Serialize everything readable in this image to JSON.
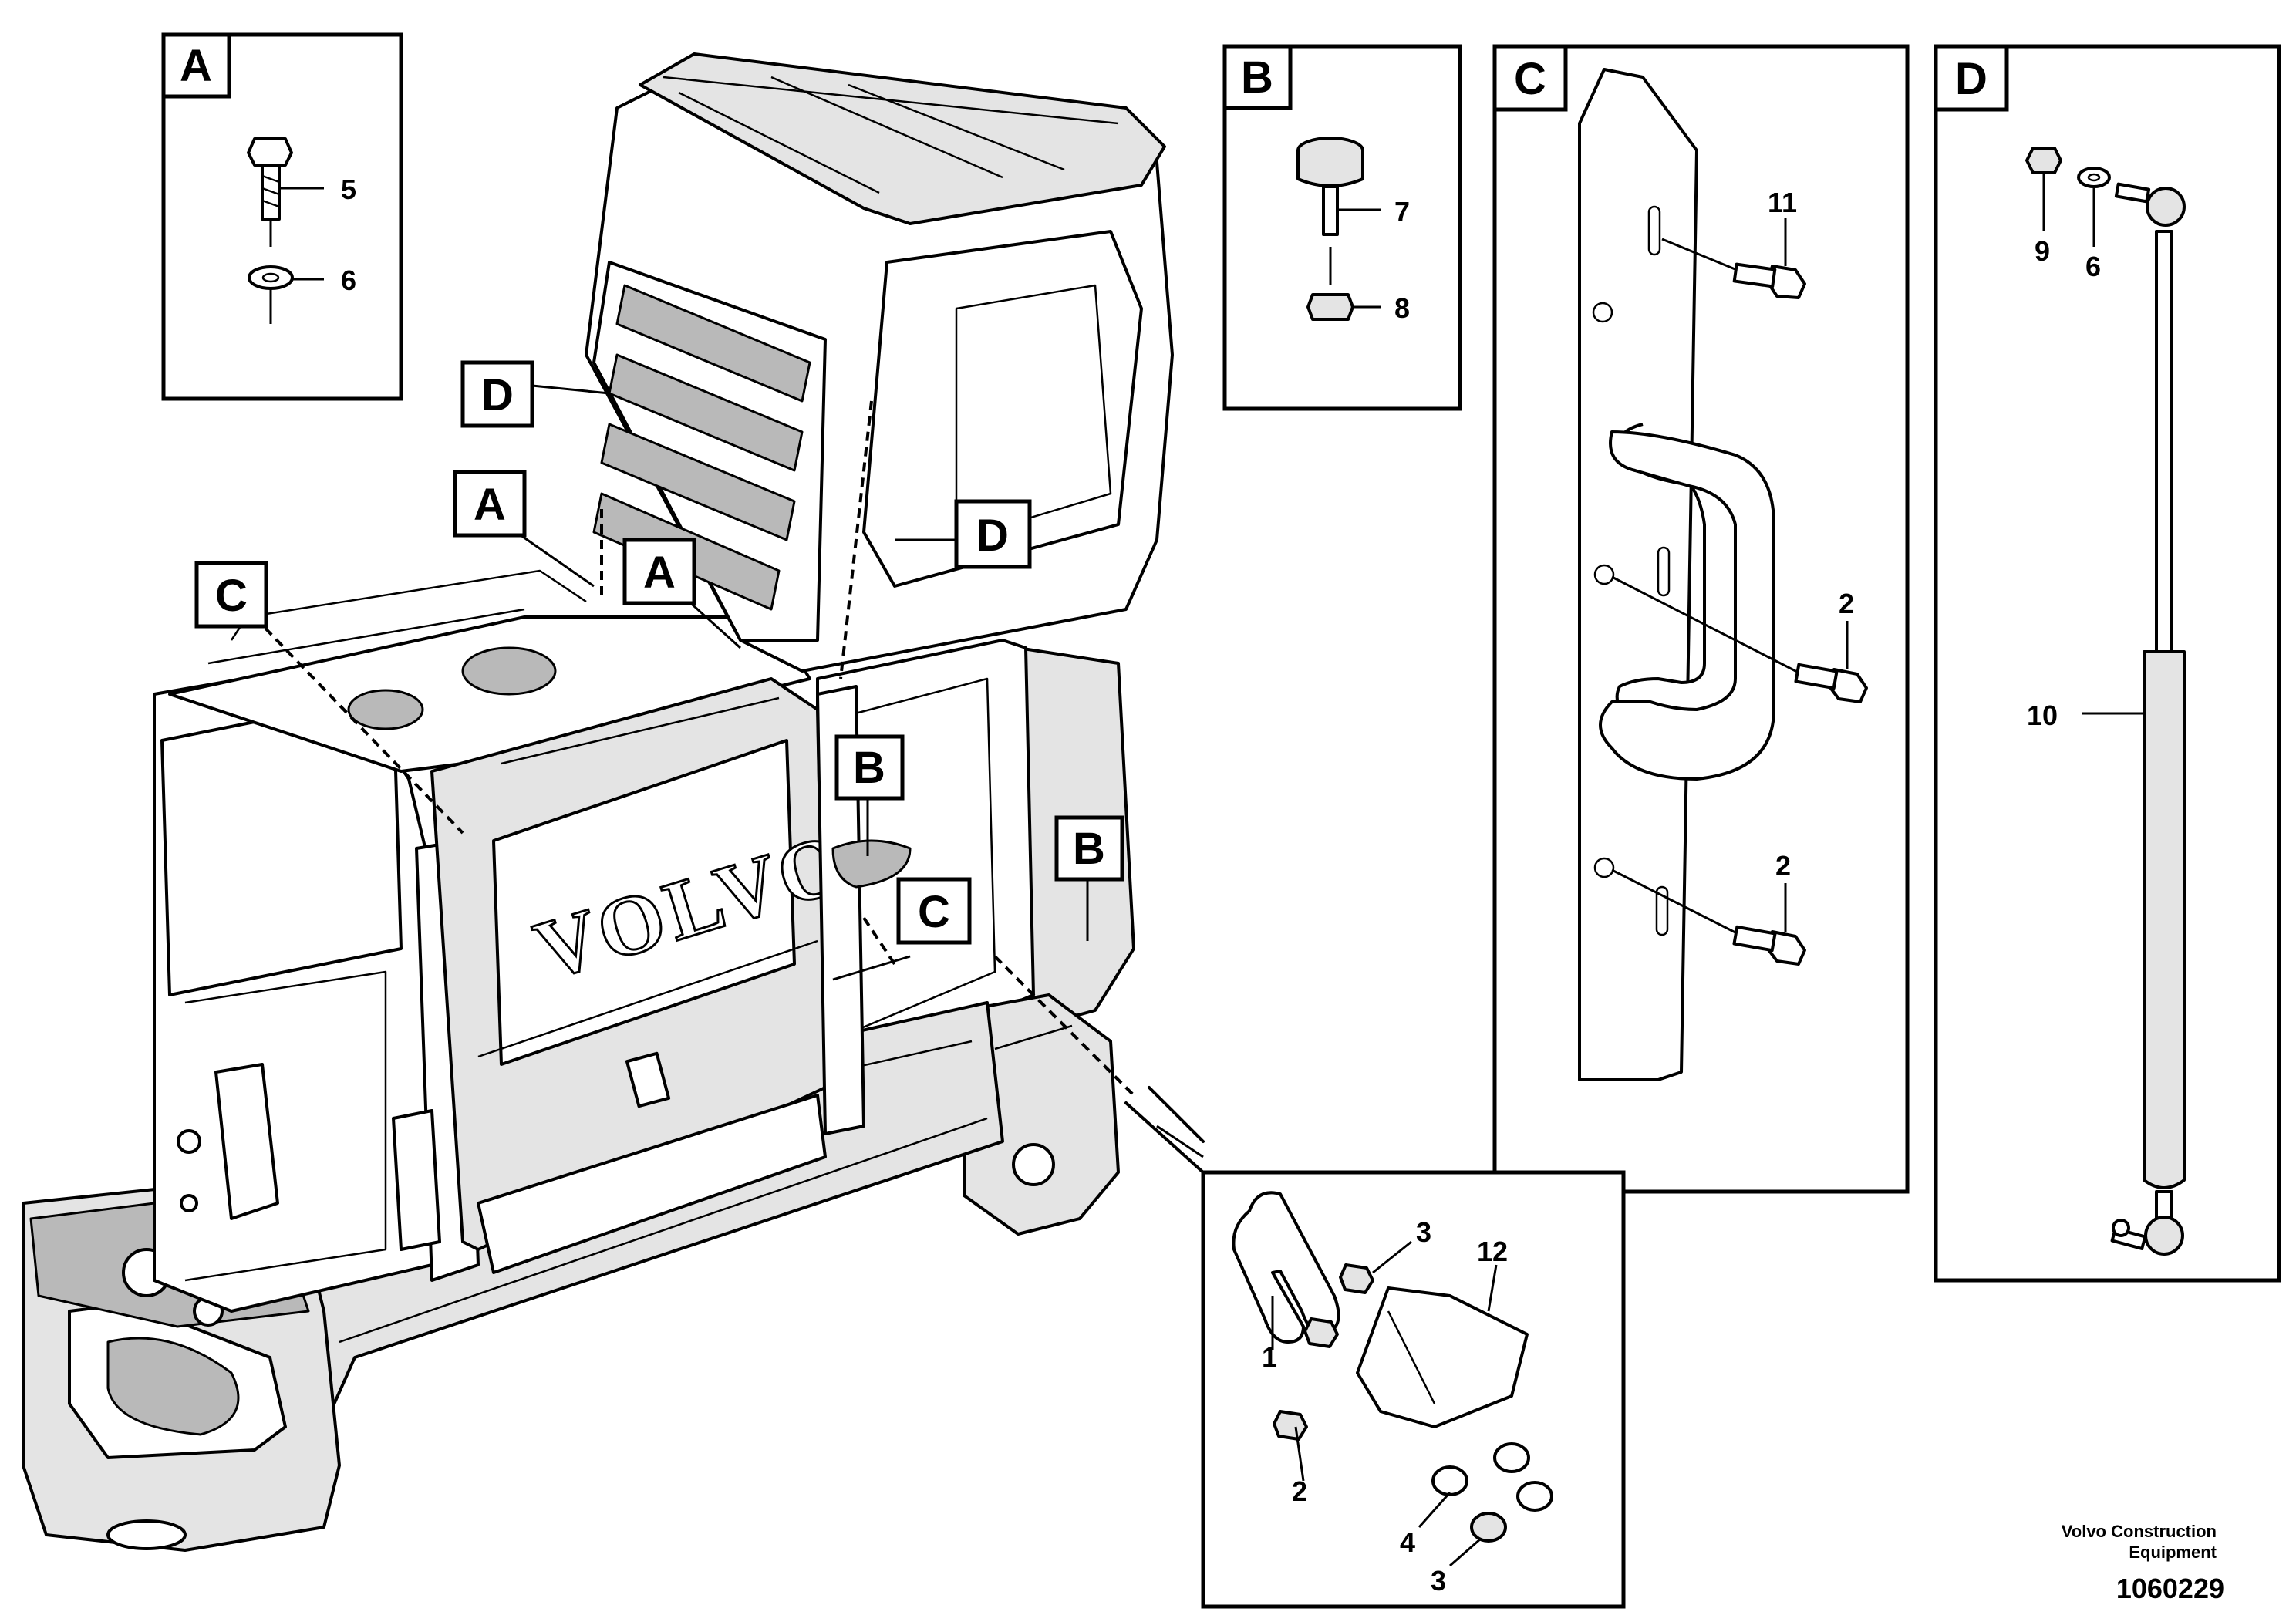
{
  "callouts": {
    "A": "A",
    "B": "B",
    "C": "C",
    "D": "D"
  },
  "part_numbers": {
    "p1": "1",
    "p2": "2",
    "p3": "3",
    "p4": "4",
    "p5": "5",
    "p6": "6",
    "p7": "7",
    "p8": "8",
    "p9": "9",
    "p10": "10",
    "p11": "11",
    "p12": "12"
  },
  "brand_text": "VOLVO",
  "footer": {
    "company_line1": "Volvo Construction",
    "company_line2": "Equipment",
    "drawing_number": "1060229"
  }
}
